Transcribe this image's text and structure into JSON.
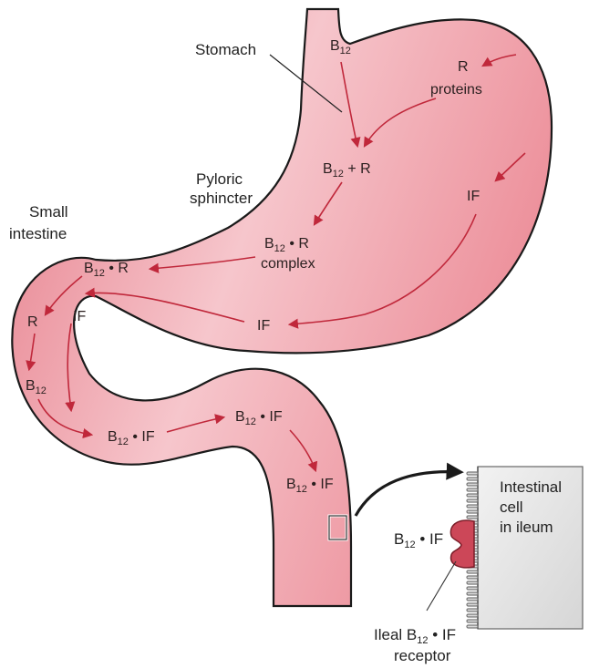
{
  "labels": {
    "stomach": "Stomach",
    "pyloric_1": "Pyloric",
    "pyloric_2": "sphincter",
    "small_intestine_1": "Small",
    "small_intestine_2": "intestine",
    "r_proteins_1": "R",
    "r_proteins_2": "proteins",
    "b12": "B",
    "sub12": "12",
    "plus_r": " + R",
    "dot_r": " • R",
    "dot_if": " • IF",
    "complex": "complex",
    "if": "IF",
    "r": "R",
    "intestinal_cell_1": "Intestinal",
    "intestinal_cell_2": "cell",
    "intestinal_cell_3": "in ileum",
    "ileal": "Ileal B",
    "receptor_line1_suffix": " • IF",
    "receptor_line2": "receptor"
  },
  "colors": {
    "organ_fill": "#ec8d98",
    "organ_light": "#f7cdd1",
    "organ_outline": "#1a1a1a",
    "arrow": "#c0283b",
    "receptor": "#cc4758",
    "cell_fill": "#e6e6e6",
    "cell_outline": "#555555"
  }
}
